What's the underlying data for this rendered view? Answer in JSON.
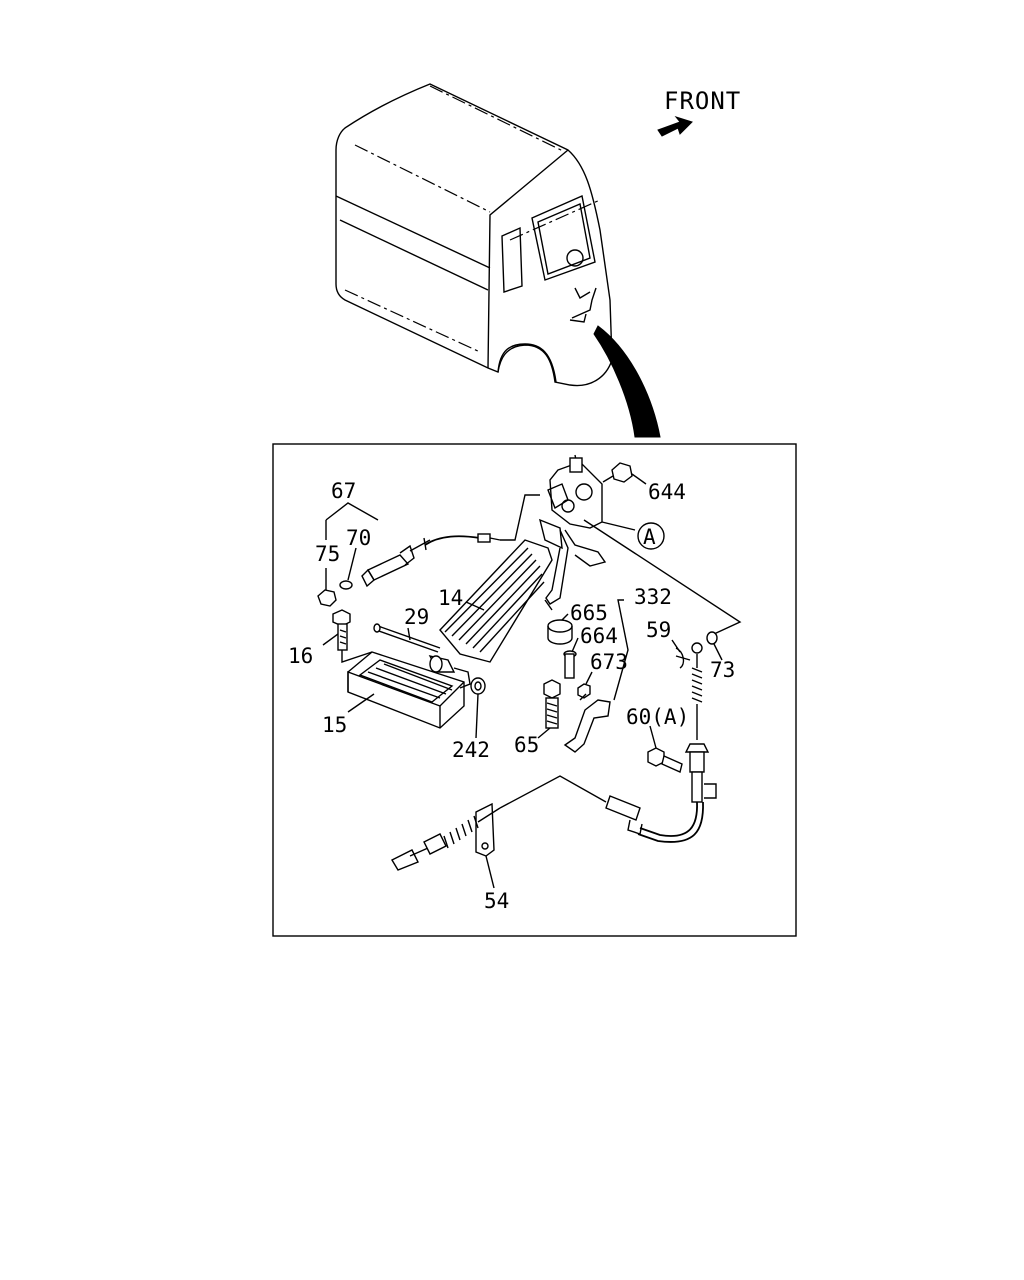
{
  "direction_label": "FRONT",
  "detail_marker": "A",
  "parts": [
    {
      "id": "p67",
      "label": "67"
    },
    {
      "id": "p70",
      "label": "70"
    },
    {
      "id": "p75",
      "label": "75"
    },
    {
      "id": "p16",
      "label": "16"
    },
    {
      "id": "p15",
      "label": "15"
    },
    {
      "id": "p29",
      "label": "29"
    },
    {
      "id": "p14",
      "label": "14"
    },
    {
      "id": "p242",
      "label": "242"
    },
    {
      "id": "p644",
      "label": "644"
    },
    {
      "id": "p665",
      "label": "665"
    },
    {
      "id": "p664",
      "label": "664"
    },
    {
      "id": "p673",
      "label": "673"
    },
    {
      "id": "p332",
      "label": "332"
    },
    {
      "id": "p59",
      "label": "59"
    },
    {
      "id": "p73",
      "label": "73"
    },
    {
      "id": "p65",
      "label": "65"
    },
    {
      "id": "p60",
      "label": "60(A)"
    },
    {
      "id": "p54",
      "label": "54"
    }
  ]
}
